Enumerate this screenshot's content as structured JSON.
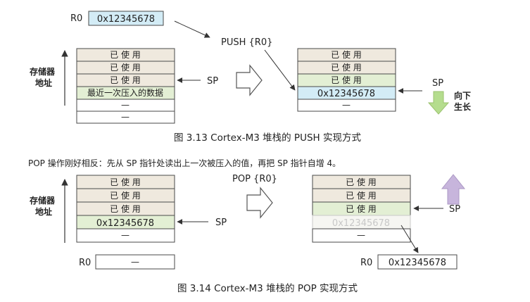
{
  "colors": {
    "used": "#efe9de",
    "current": "#e3efd4",
    "pushed": "#d3ecf6",
    "outline": "#4a4a4a",
    "down_arrow": "#b5dd8e",
    "up_arrow": "#c7b5dc",
    "faded_text": "#c8c8c8"
  },
  "fig1": {
    "r0_label": "R0",
    "r0_value": "0x12345678",
    "push_label": "PUSH {R0}",
    "axis_label_1": "存储器",
    "axis_label_2": "地址",
    "left_cells": [
      "已 使 用",
      "已 使 用",
      "已 使 用",
      "最近一次压入的数据",
      "—",
      "—"
    ],
    "left_sp": "SP",
    "right_cells": [
      "已 使 用",
      "已 使 用",
      "已 使 用",
      "0x12345678",
      "—"
    ],
    "right_sp": "SP",
    "grow_label_1": "向下",
    "grow_label_2": "生长",
    "caption": "图 3.13    Cortex-M3 堆栈的 PUSH 实现方式"
  },
  "paragraph": "POP 操作刚好相反：先从 SP 指针处读出上一次被压入的值，再把 SP 指针自增 4。",
  "fig2": {
    "pop_label": "POP {R0}",
    "axis_label_1": "存储器",
    "axis_label_2": "地址",
    "left_cells": [
      "已 使 用",
      "已 使 用",
      "已 使 用",
      "0x12345678",
      "—"
    ],
    "left_sp": "SP",
    "left_r0_label": "R0",
    "left_r0_value": "—",
    "right_cells": [
      "已 使 用",
      "已 使 用",
      "已 使 用",
      "0x12345678",
      "—"
    ],
    "right_sp": "SP",
    "right_r0_label": "R0",
    "right_r0_value": "0x12345678",
    "caption": "图 3.14    Cortex-M3 堆栈的 POP 实现方式"
  }
}
